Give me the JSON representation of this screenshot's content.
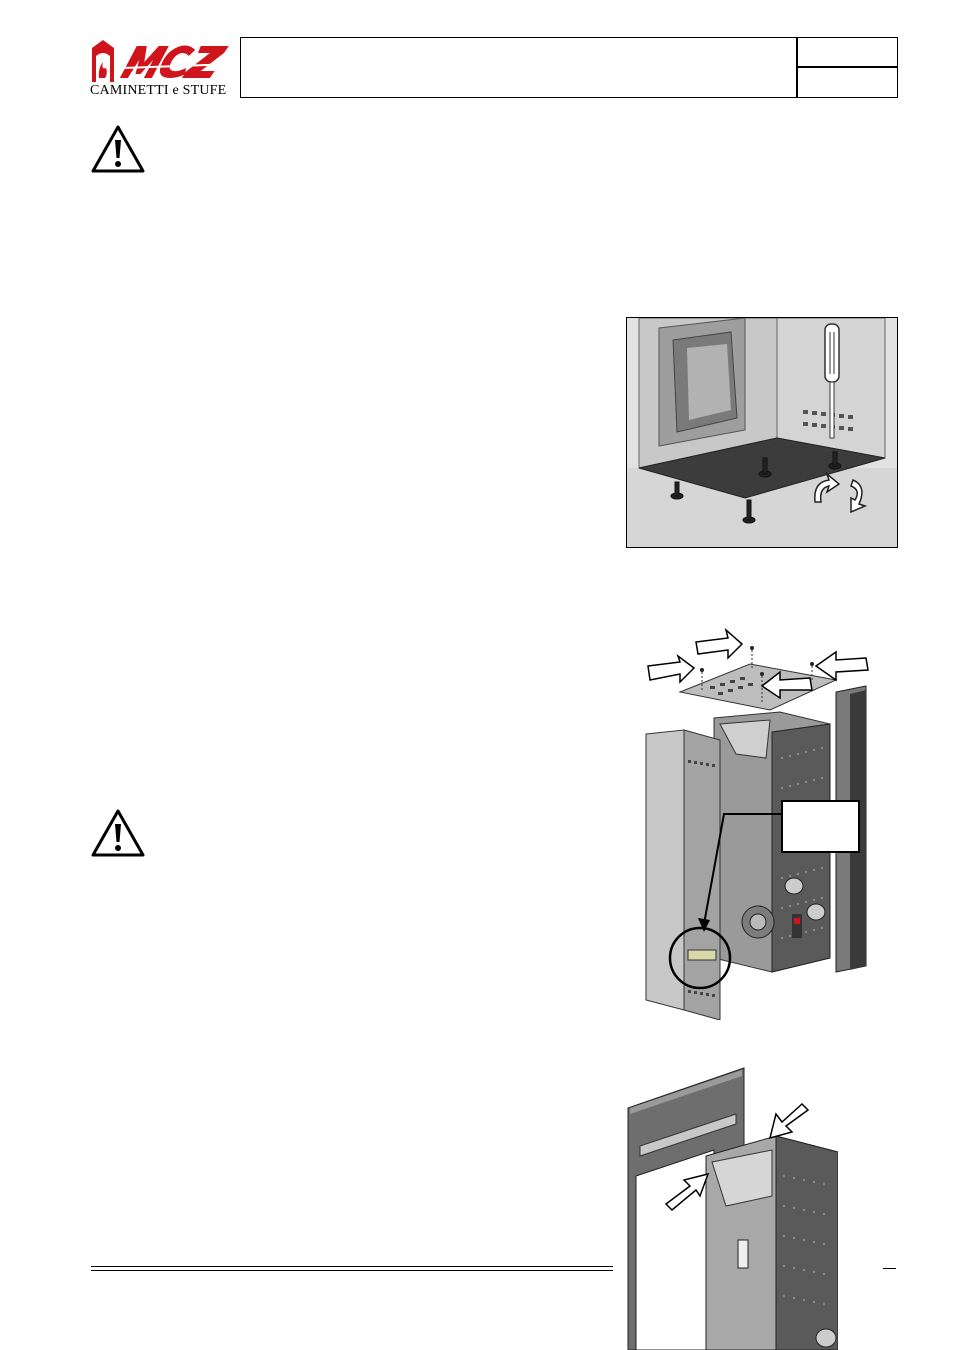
{
  "brand": {
    "logo_lettering": "MCZ",
    "subtitle": "CAMINETTI e STUFE"
  },
  "header": {
    "title": "",
    "code": "",
    "revision": ""
  },
  "colors": {
    "brand_red": "#d0141c",
    "panel_gray": "#8a8a8a",
    "dark_gray": "#4a4a4a"
  },
  "icons": [
    "warning-icon",
    "warning-icon"
  ],
  "figures": [
    {
      "name": "stove-base-feet-figure",
      "icons": [
        "screwdriver-icon",
        "rotate-arrows-icon"
      ]
    },
    {
      "name": "stove-top-panel-removal-figure",
      "icons": [
        "arrow-icon",
        "callout-box"
      ]
    },
    {
      "name": "stove-rear-frame-figure",
      "icons": [
        "arrow-icon"
      ]
    }
  ],
  "footer": {
    "page_marker": ""
  }
}
